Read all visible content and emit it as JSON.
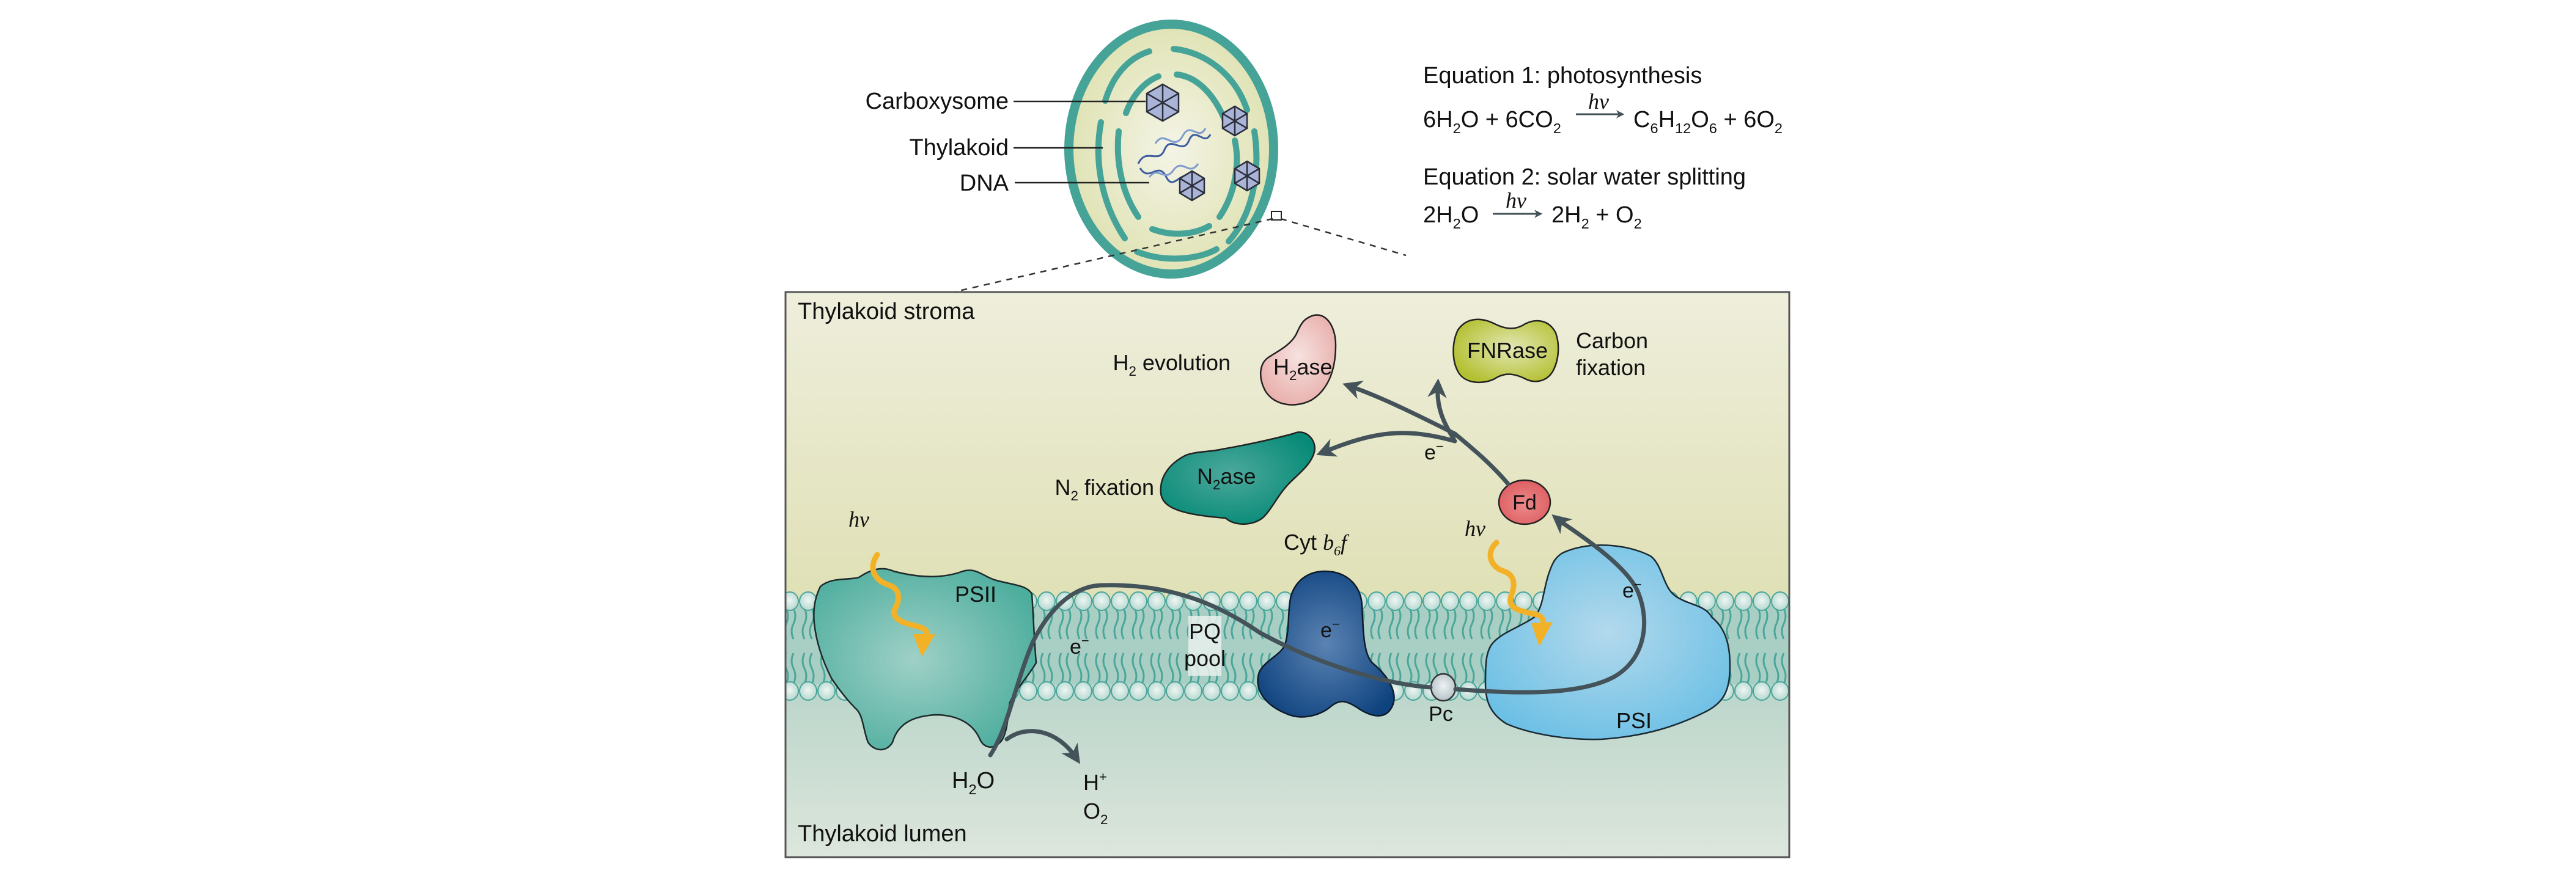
{
  "cell": {
    "labels": {
      "carboxysome": "Carboxysome",
      "thylakoid": "Thylakoid",
      "dna": "DNA"
    }
  },
  "equations": {
    "eq1": {
      "title": "Equation 1: photosynthesis",
      "reactants": [
        {
          "text": "6H",
          "sub": "2"
        },
        {
          "text": "O + 6CO",
          "sub": "2"
        }
      ],
      "arrow_label": "hv",
      "products": [
        {
          "text": "C",
          "sub": "6"
        },
        {
          "text": "H",
          "sub": "12"
        },
        {
          "text": "O",
          "sub": "6"
        },
        {
          "text": " + 6O",
          "sub": "2"
        }
      ]
    },
    "eq2": {
      "title": "Equation 2: solar water splitting",
      "reactants": [
        {
          "text": "2H",
          "sub": "2"
        },
        {
          "text": "O",
          "sub": ""
        }
      ],
      "arrow_label": "hv",
      "products": [
        {
          "text": "2H",
          "sub": "2"
        },
        {
          "text": " + O",
          "sub": "2"
        }
      ]
    }
  },
  "panel": {
    "stroma_label": "Thylakoid stroma",
    "lumen_label": "Thylakoid lumen",
    "enzymes": {
      "h2ase": {
        "name": "H",
        "sub": "2",
        "suffix": "ase",
        "process": "H",
        "process_sub": "2",
        "process_suffix": " evolution"
      },
      "fnrase": {
        "name": "FNRase",
        "process_line1": "Carbon",
        "process_line2": "fixation"
      },
      "n2ase": {
        "name": "N",
        "sub": "2",
        "suffix": "ase",
        "process": "N",
        "process_sub": "2",
        "process_suffix": " fixation"
      }
    },
    "complexes": {
      "psii": "PSII",
      "psi": "PSI",
      "cyt_prefix": "Cyt ",
      "cyt_b": "b",
      "cyt_sub": "6",
      "cyt_f": "f",
      "pq_line1": "PQ",
      "pq_line2": "pool",
      "pc": "Pc",
      "fd": "Fd"
    },
    "electron": "e",
    "electron_sup": "−",
    "light": "hv",
    "water": {
      "text": "H",
      "sub": "2",
      "suffix": "O"
    },
    "products": {
      "proton": "H",
      "proton_sup": "+",
      "oxygen": "O",
      "oxygen_sub": "2"
    }
  },
  "colors": {
    "stroma_top": "#eeeedc",
    "stroma_bottom": "#dfe0b4",
    "lumen_top": "#bcd6cc",
    "lumen_bottom": "#dde6dc",
    "membrane_teal": "#4aa69a",
    "membrane_head": "#c5e0da",
    "cell_wall": "#45a398",
    "cell_fill": "#e3e6bf",
    "psii": "#5bb5a6",
    "psi": "#6fc1e6",
    "cyt": "#1b4e8c",
    "h2ase": "#eab4b1",
    "fnrase": "#b9c43c",
    "n2ase": "#16907e",
    "fd": "#e06468",
    "pc": "#c8d2d6",
    "arrow": "#44525a",
    "light": "#f3b127",
    "carboxysome": "#a9b4d8"
  }
}
